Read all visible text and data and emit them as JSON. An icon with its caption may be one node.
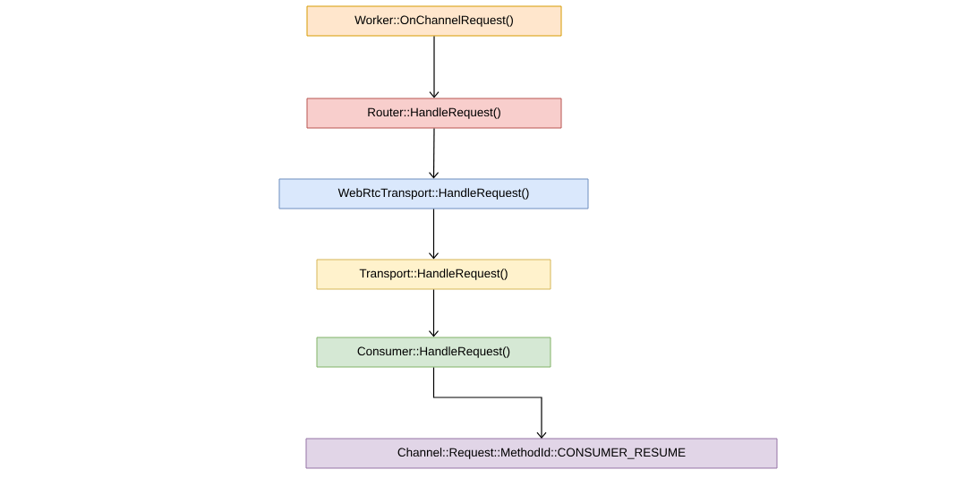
{
  "diagram": {
    "nodes": [
      {
        "text": [
          "Worker::OnChannelRequest()"
        ]
      },
      {
        "text": [
          "Router::HandleRequest()"
        ]
      },
      {
        "text": [
          "WebRtcTransport::HandleRequest()"
        ]
      },
      {
        "text": [
          "Transport::HandleRequest()"
        ]
      },
      {
        "text": [
          "Consumer::HandleRequest()"
        ]
      },
      {
        "text": [
          "Channel::Request::MethodId::CONSUMER_RESUME"
        ]
      }
    ],
    "edges": [
      {
        "from": 0,
        "to": 1,
        "arrow": "to"
      },
      {
        "from": 1,
        "to": 2,
        "arrow": "to"
      },
      {
        "from": 2,
        "to": 3,
        "arrow": "to"
      },
      {
        "from": 3,
        "to": 4,
        "arrow": "to"
      },
      {
        "from": 4,
        "to": 5,
        "arrow": "to"
      }
    ]
  }
}
